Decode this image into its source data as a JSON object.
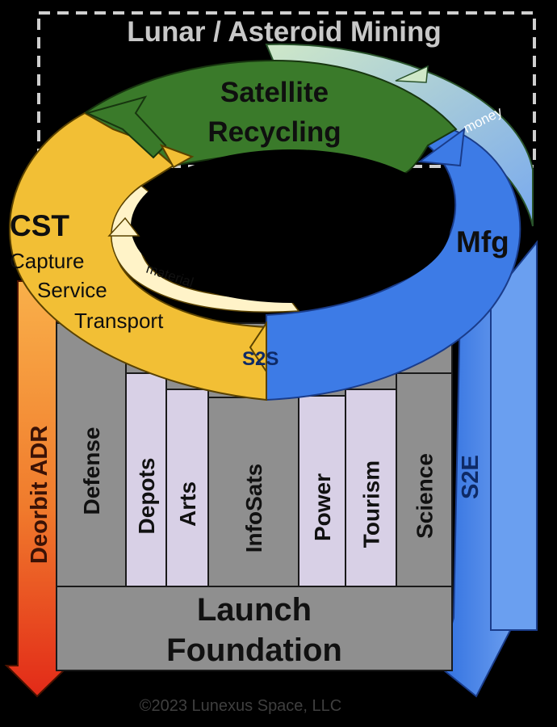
{
  "title": "Lunar / Asteroid Mining",
  "ring": {
    "satellite_recycling": [
      "Satellite",
      "Recycling"
    ],
    "cst_abbrev": "CST",
    "cst_full": [
      "Capture",
      "Service",
      "Transport"
    ],
    "mfg": "Mfg",
    "material": "material",
    "money": "money",
    "s2s": "S2S"
  },
  "side": {
    "left": "Deorbit ADR",
    "right": "S2E"
  },
  "columns": [
    "Defense",
    "Depots",
    "Arts",
    "InfoSats",
    "Power",
    "Tourism",
    "Science"
  ],
  "foundation": [
    "Launch",
    "Foundation"
  ],
  "copyright": "©2023 Lunexus Space, LLC",
  "colors": {
    "green": "#3a7a2a",
    "blue": "#3d7be6",
    "blue_light": "#6fa0ee",
    "yellow": "#f2bf35",
    "light_green": "#b9dcb0",
    "column_gray": "#8f8f8f",
    "column_lavender": "#d8d0e6",
    "deorbit_top": "#f9a03a",
    "deorbit_bottom": "#e4311c"
  }
}
